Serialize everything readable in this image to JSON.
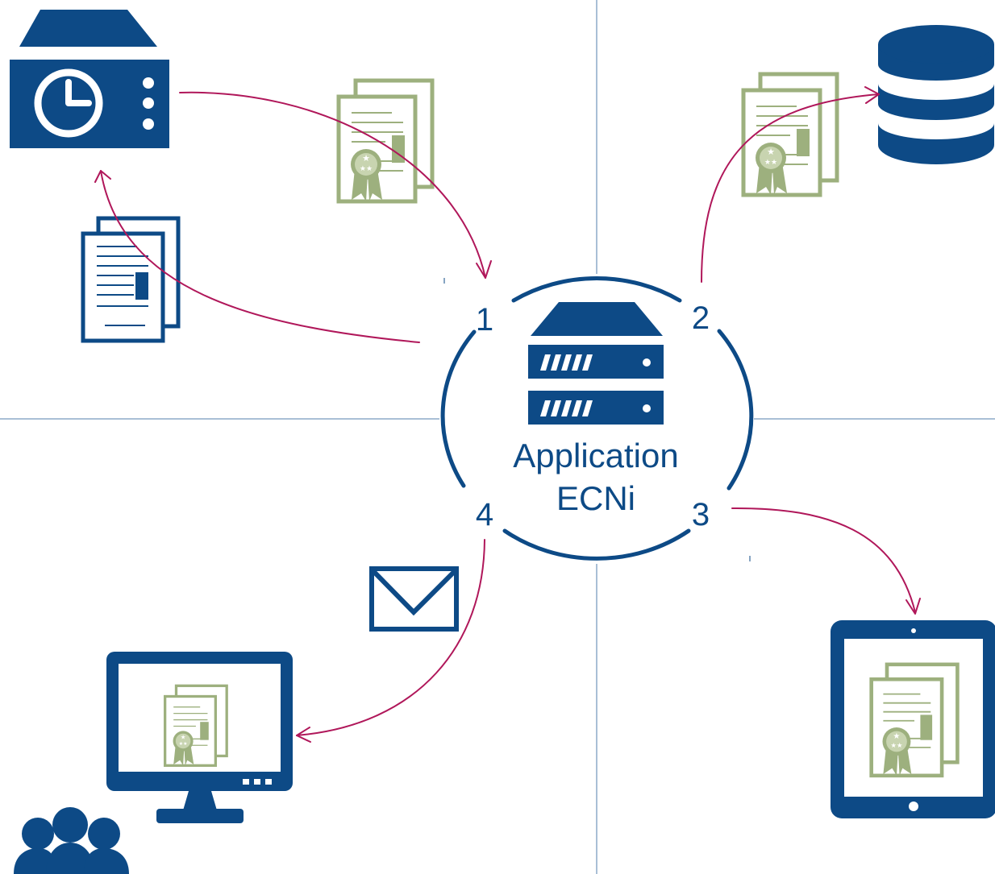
{
  "diagram": {
    "center": {
      "line1": "Application",
      "line2": "ECNi"
    },
    "steps": [
      "1",
      "2",
      "3",
      "4"
    ]
  },
  "colors": {
    "navy": "#0d4a86",
    "sage": "#9db07e",
    "arrow": "#b0175a",
    "quadrant_line": "#a9bfd6"
  },
  "icons": [
    "timestamp-server-icon",
    "database-icon",
    "tablet-icon",
    "monitor-icon",
    "users-icon",
    "envelope-icon",
    "document-icon",
    "certificate-icon",
    "server-icon"
  ]
}
